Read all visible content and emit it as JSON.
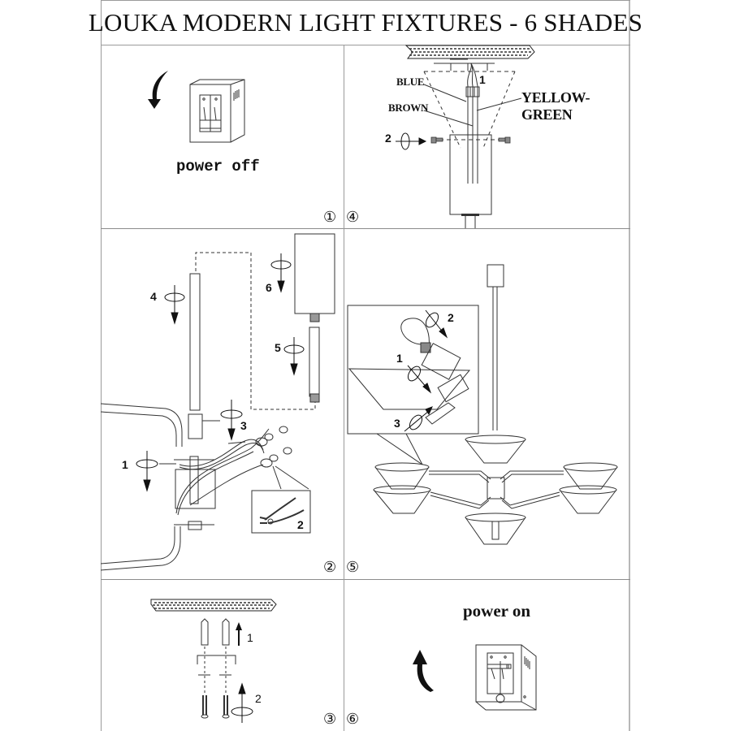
{
  "document": {
    "title": "LOUKA MODERN LIGHT FIXTURES - 6 SHADES"
  },
  "steps": {
    "step1": {
      "marker": "①",
      "caption": "power off",
      "icon": "circuit-breaker-off-icon"
    },
    "step2": {
      "marker": "②",
      "callouts": [
        "1",
        "2",
        "3",
        "4",
        "5",
        "6"
      ],
      "tool_icon": "pliers-icon"
    },
    "step3": {
      "marker": "③",
      "callouts": [
        "1",
        "2"
      ]
    },
    "step4": {
      "marker": "④",
      "wire_labels": {
        "blue": "BLUE",
        "brown": "BROWN",
        "yellow_green": "YELLOW-GREEN"
      },
      "callouts": [
        "1",
        "2"
      ]
    },
    "step5": {
      "marker": "⑤",
      "callouts": [
        "1",
        "2",
        "3"
      ]
    },
    "step6": {
      "marker": "⑥",
      "caption": "power on",
      "icon": "circuit-breaker-on-icon"
    }
  }
}
